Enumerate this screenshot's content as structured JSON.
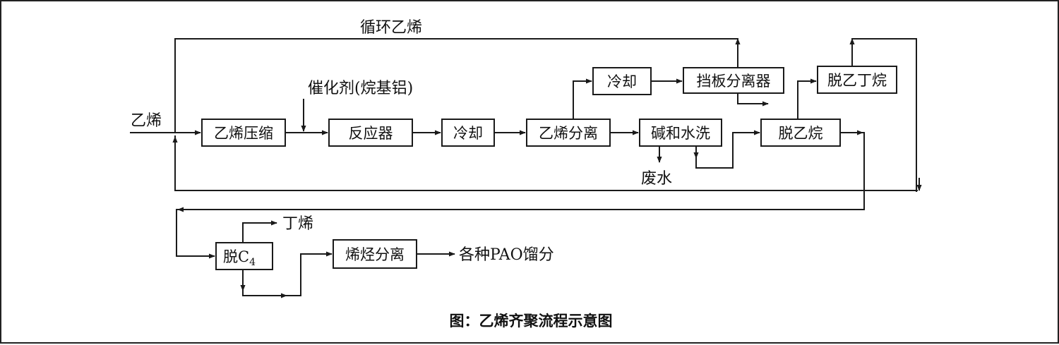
{
  "labels": {
    "recycle": "循环乙烯",
    "ethylene_in": "乙烯",
    "catalyst": "催化剂(烷基铝)",
    "waste_water": "废水",
    "butene": "丁烯",
    "pao": "各种PAO馏分"
  },
  "boxes": {
    "compress": "乙烯压缩",
    "reactor": "反应器",
    "cool1": "冷却",
    "eth_sep": "乙烯分离",
    "cool2": "冷却",
    "baffle_sep": "挡板分离器",
    "wash": "碱和水洗",
    "de_ethane": "脱乙烷",
    "de_eth_butane": "脱乙丁烷",
    "de_c4_main": "脱C",
    "de_c4_sub": "4",
    "olefin_sep": "烯烃分离"
  },
  "caption": "图：乙烯齐聚流程示意图"
}
